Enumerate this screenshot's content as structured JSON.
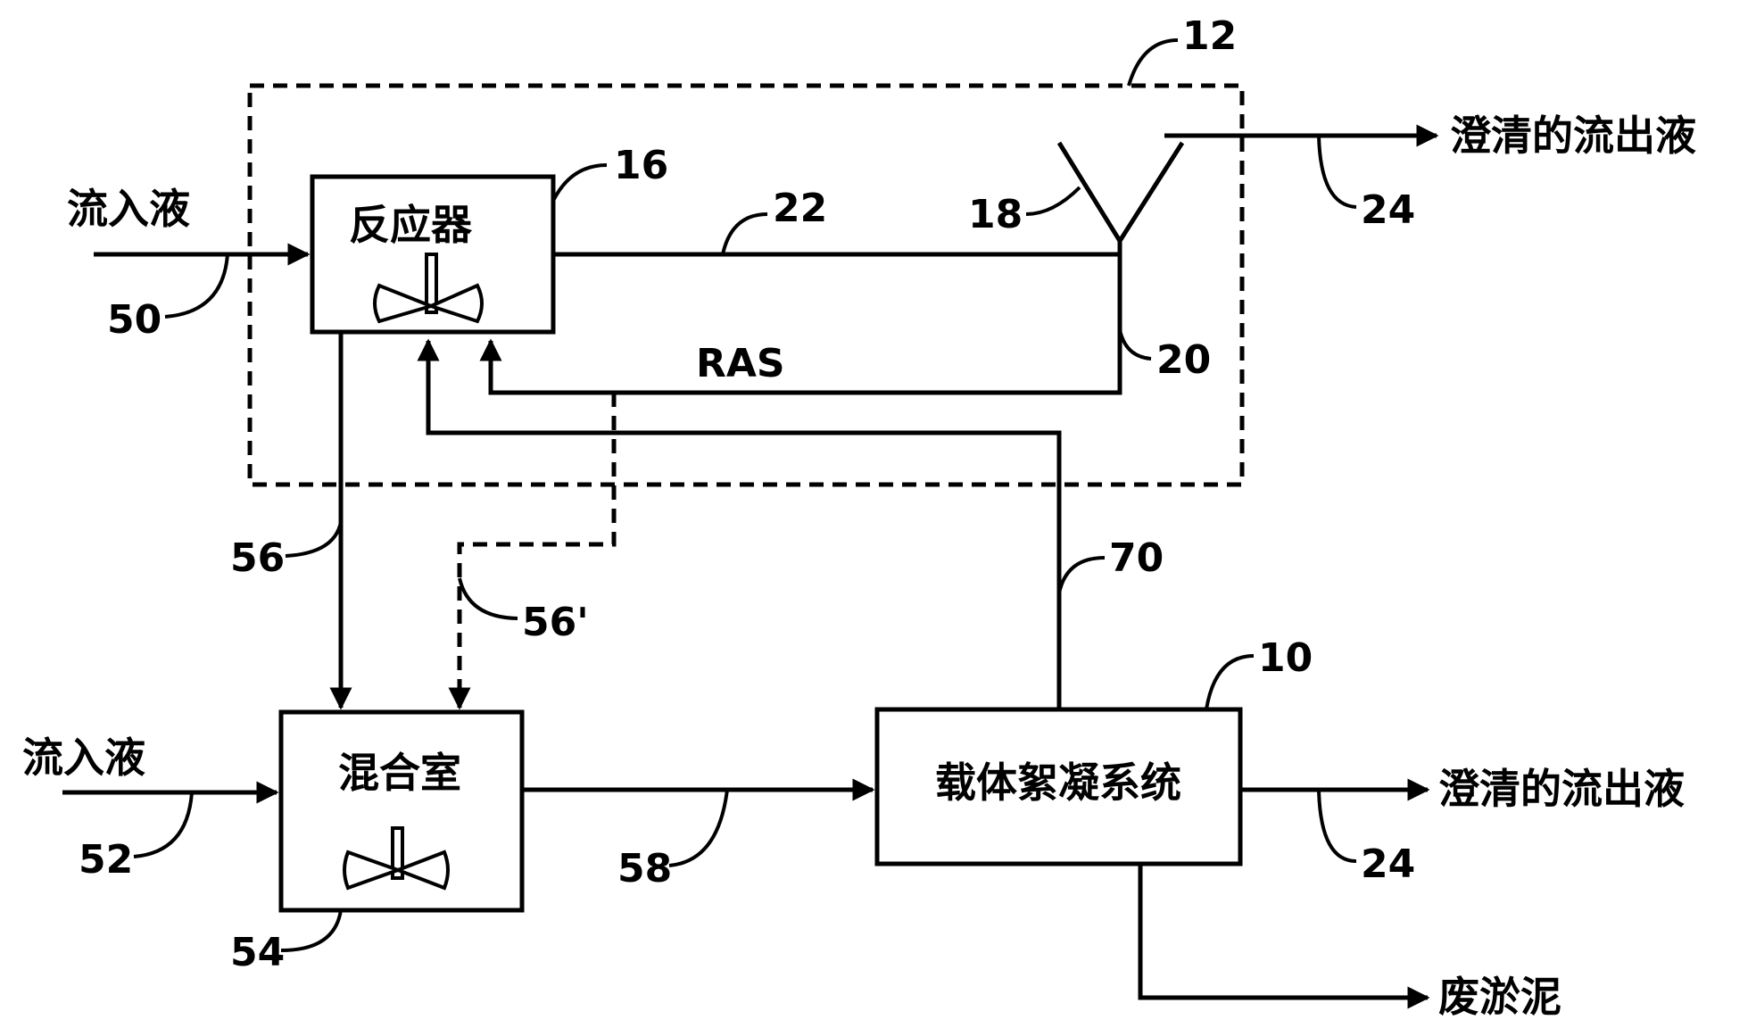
{
  "labels": {
    "influent_top": "流入液",
    "influent_bottom": "流入液",
    "reactor": "反应器",
    "mix_chamber": "混合室",
    "ballasted_system": "载体絮凝系统",
    "clarified_top": "澄清的流出液",
    "clarified_bottom": "澄清的流出液",
    "waste_sludge": "废淤泥",
    "ras": "RAS"
  },
  "refs": {
    "r12": "12",
    "r16": "16",
    "r22": "22",
    "r18": "18",
    "r24_top": "24",
    "r50": "50",
    "r20": "20",
    "r56": "56",
    "r56p": "56'",
    "r70": "70",
    "r10": "10",
    "r52": "52",
    "r58": "58",
    "r24_bottom": "24",
    "r54": "54"
  }
}
